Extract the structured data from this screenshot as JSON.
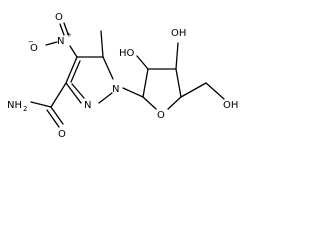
{
  "molecule": {
    "atoms": {
      "o_nitro_top": "O",
      "o_nitro_minus": "O",
      "o_nitro_minus_charge": "−",
      "n_nitro": "N",
      "n_nitro_charge": "+",
      "nh2": "NH",
      "nh2_sub": "2",
      "o_amide": "O",
      "n1": "N",
      "n2": "N",
      "ho_c2": "HO",
      "oh_c3": "OH",
      "oh_c5": "OH",
      "o_ring": "O"
    }
  }
}
